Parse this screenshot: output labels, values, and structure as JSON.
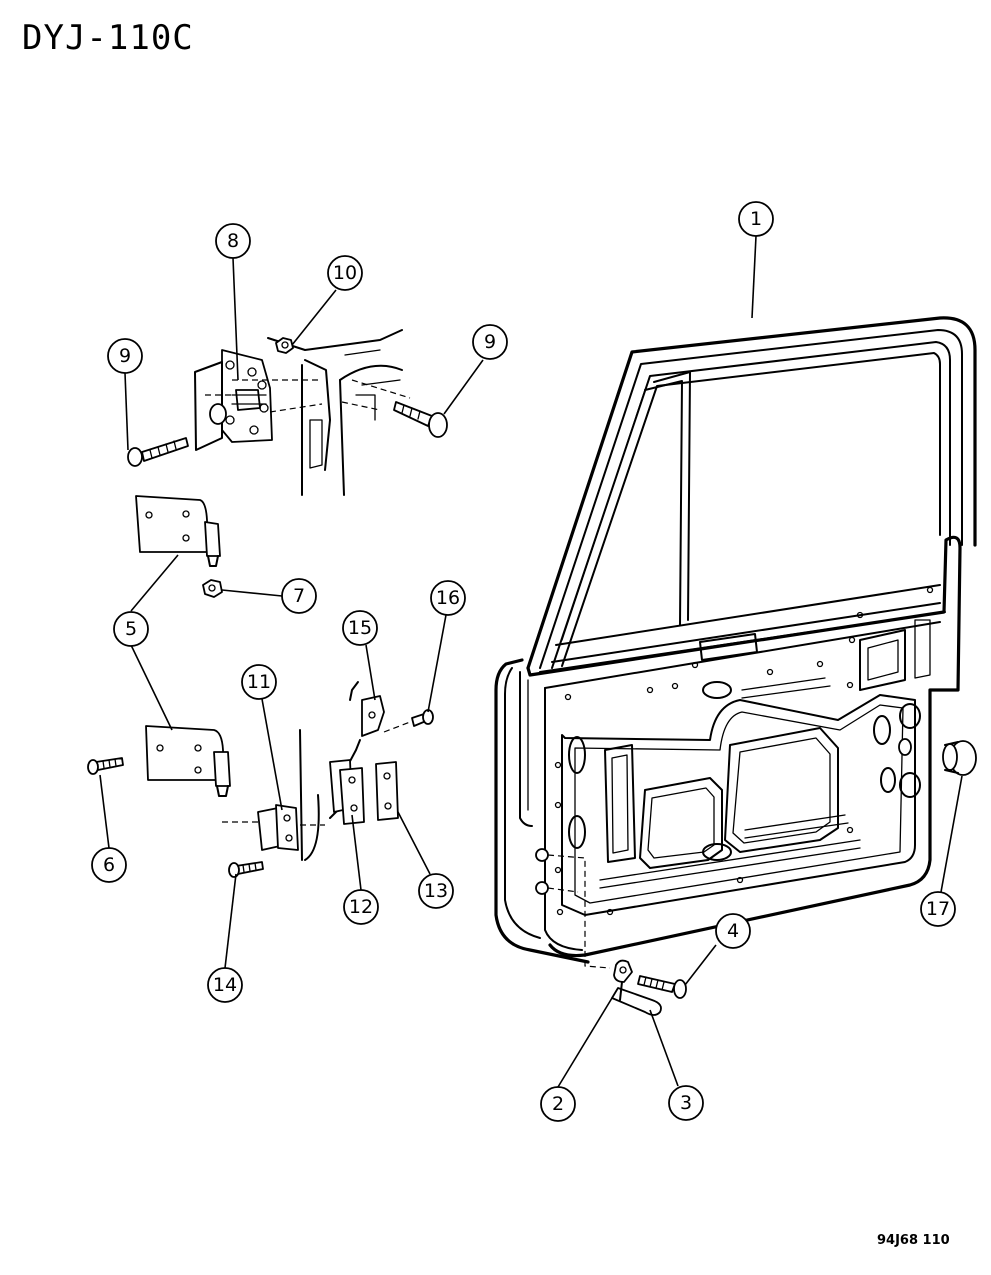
{
  "diagram": {
    "title": "DYJ-110C",
    "figure_code": "94J68  110"
  },
  "callouts": [
    {
      "id": "c1",
      "label": "1"
    },
    {
      "id": "c2",
      "label": "2"
    },
    {
      "id": "c3",
      "label": "3"
    },
    {
      "id": "c4",
      "label": "4"
    },
    {
      "id": "c5",
      "label": "5"
    },
    {
      "id": "c6",
      "label": "6"
    },
    {
      "id": "c7",
      "label": "7"
    },
    {
      "id": "c8",
      "label": "8"
    },
    {
      "id": "c9a",
      "label": "9"
    },
    {
      "id": "c9b",
      "label": "9"
    },
    {
      "id": "c10",
      "label": "10"
    },
    {
      "id": "c11",
      "label": "11"
    },
    {
      "id": "c12",
      "label": "12"
    },
    {
      "id": "c13",
      "label": "13"
    },
    {
      "id": "c14",
      "label": "14"
    },
    {
      "id": "c15",
      "label": "15"
    },
    {
      "id": "c16",
      "label": "16"
    },
    {
      "id": "c17",
      "label": "17"
    }
  ]
}
